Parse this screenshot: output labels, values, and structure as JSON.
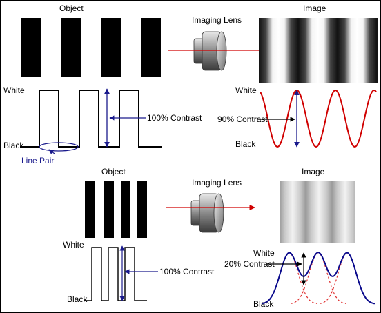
{
  "top": {
    "object_label": "Object",
    "lens_label": "Imaging Lens",
    "image_label": "Image",
    "white_label": "White",
    "black_label": "Black",
    "line_pair_label": "Line Pair",
    "object_contrast_label": "100% Contrast",
    "image_contrast_label": "90% Contrast",
    "image_white_label": "White",
    "image_black_label": "Black"
  },
  "bottom": {
    "object_label": "Object",
    "lens_label": "Imaging Lens",
    "image_label": "Image",
    "white_label": "White",
    "black_label": "Black",
    "object_contrast_label": "100% Contrast",
    "image_contrast_label": "20% Contrast",
    "image_white_label": "White",
    "image_black_label": "Black"
  },
  "colors": {
    "bar": "#000000",
    "ray": "#d00000",
    "arrow": "#1a1a8c",
    "sine": "#d00000",
    "sum_curve": "#0a0a8c",
    "component_curve": "#e03030"
  }
}
